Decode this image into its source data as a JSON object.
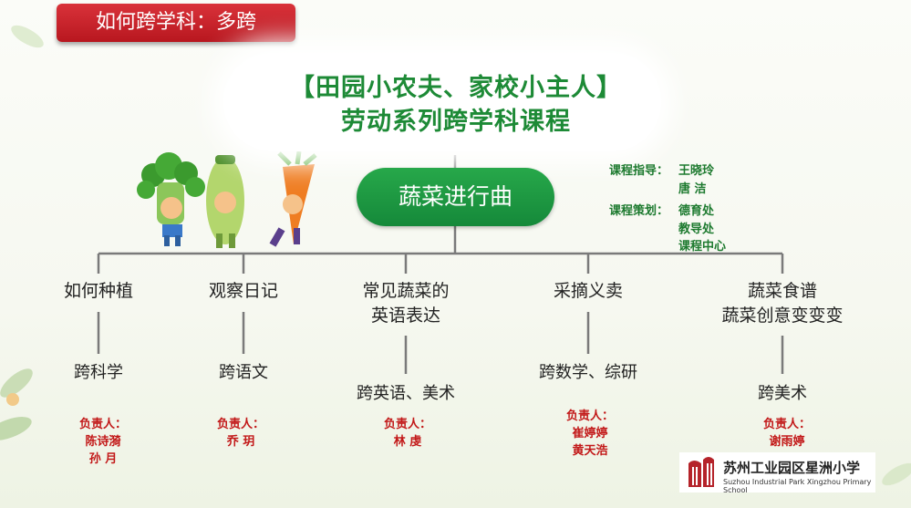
{
  "title_tab": "如何跨学科：多跨",
  "course_title": {
    "line1": "【田园小农夫、家校小主人】",
    "line2": "劳动系列跨学科课程"
  },
  "main_node": "蔬菜进行曲",
  "credits": {
    "guide_label": "课程指导：",
    "guide_names": [
      "王晓玲",
      "唐  洁"
    ],
    "plan_label": "课程策划：",
    "plan_names": [
      "德育处",
      "教导处",
      "课程中心"
    ]
  },
  "branches": [
    {
      "label": "如何种植",
      "subject": "跨科学",
      "resp_label": "负责人：",
      "resp_names": [
        "陈诗漪",
        "孙  月"
      ]
    },
    {
      "label": "观察日记",
      "subject": "跨语文",
      "resp_label": "负责人：",
      "resp_names": [
        "乔  玥"
      ]
    },
    {
      "label": "常见蔬菜的\n英语表达",
      "subject": "跨英语、美术",
      "resp_label": "负责人：",
      "resp_names": [
        "林  虔"
      ]
    },
    {
      "label": "采摘义卖",
      "subject": "跨数学、综研",
      "resp_label": "负责人：",
      "resp_names": [
        "崔婷婷",
        "黄天浩"
      ]
    },
    {
      "label": "蔬菜食谱\n蔬菜创意变变变",
      "subject": "跨美术",
      "resp_label": "负责人：",
      "resp_names": [
        "谢雨婷"
      ]
    }
  ],
  "school_logo": {
    "name_cn": "苏州工业园区星洲小学",
    "name_en": "Suzhou Industrial Park Xingzhou Primary School"
  },
  "colors": {
    "title_red": "#c8222a",
    "green": "#1d8a36",
    "resp_red": "#c21818",
    "line_gray": "#7a7a7a"
  }
}
